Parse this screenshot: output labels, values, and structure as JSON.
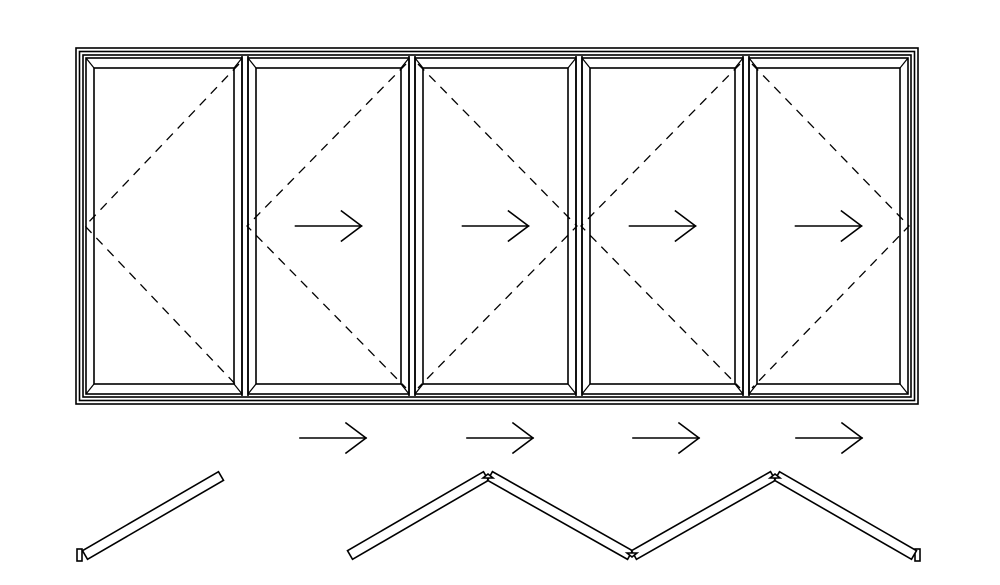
{
  "diagram": {
    "type": "bifold-door-elevation-and-plan",
    "panel_count": 5,
    "panels": [
      {
        "index": 1,
        "opening_pattern": "hinge-left",
        "has_slide_arrow": false
      },
      {
        "index": 2,
        "opening_pattern": "hinge-left",
        "has_slide_arrow": true
      },
      {
        "index": 3,
        "opening_pattern": "hinge-right",
        "has_slide_arrow": true
      },
      {
        "index": 4,
        "opening_pattern": "hinge-left",
        "has_slide_arrow": true
      },
      {
        "index": 5,
        "opening_pattern": "hinge-right",
        "has_slide_arrow": true
      }
    ],
    "slide_direction": "right",
    "plan_arrows": 4,
    "folding_leaves": 5,
    "line_color": "#000000",
    "background_color": "#ffffff"
  }
}
